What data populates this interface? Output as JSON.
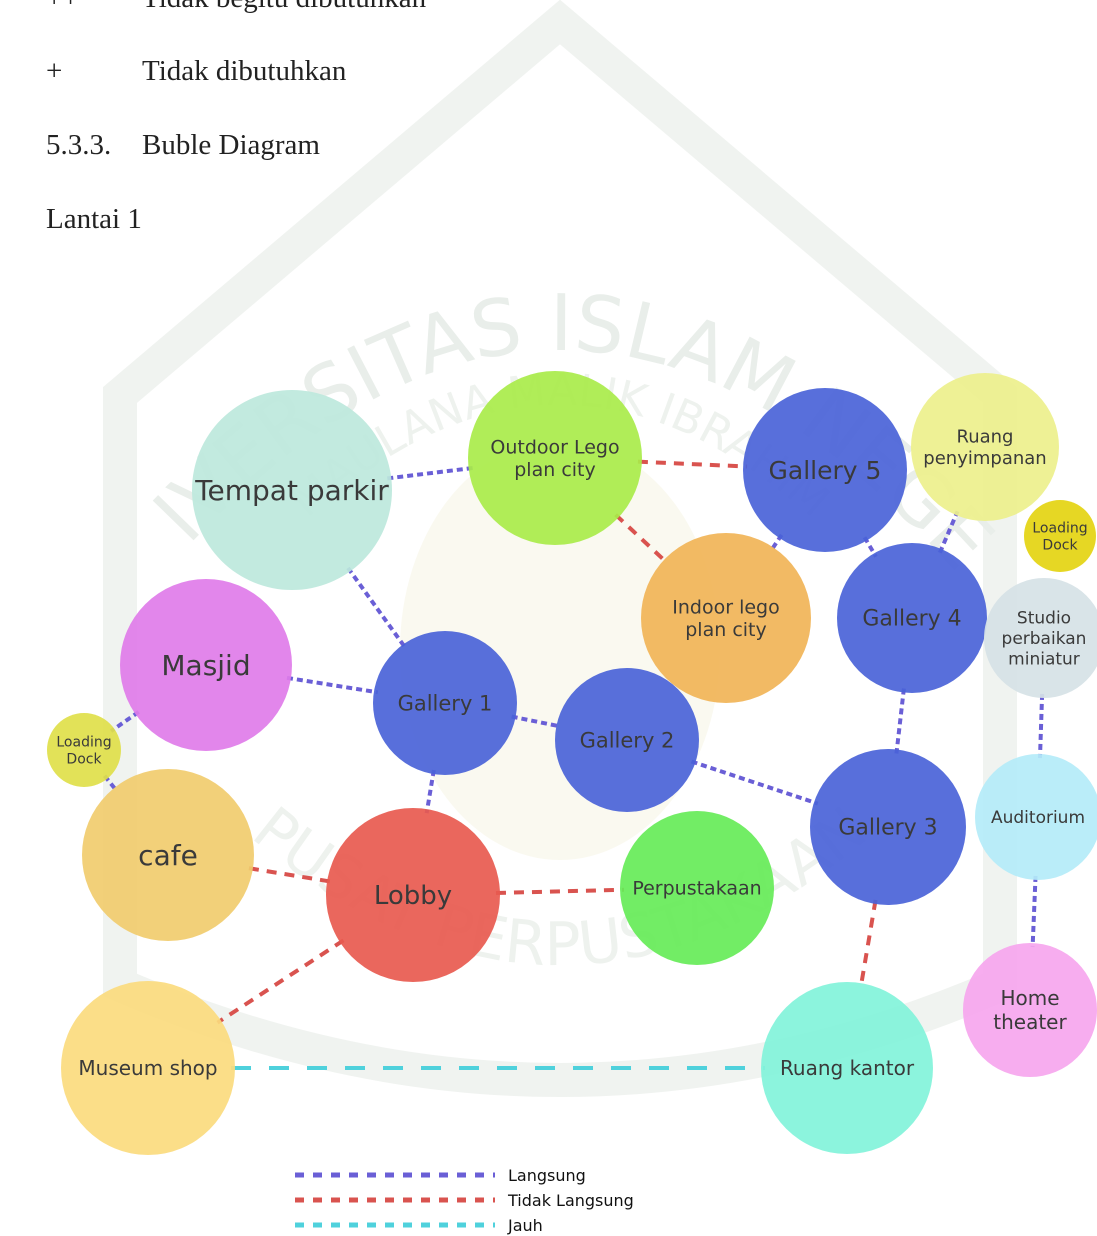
{
  "document": {
    "line_top_marker": "++",
    "line_top_text": "Tidak begitu dibutuhkan",
    "line_plus_marker": "+",
    "line_plus_text": "Tidak dibutuhkan",
    "section_number": "5.3.3.",
    "section_title": "Buble Diagram",
    "floor_label": "Lantai 1"
  },
  "watermark": {
    "arc_text": "UNIVERSITAS ISLAM NEGERI",
    "arc_text_inner": "MAULANA MALIK IBRAHIM",
    "bottom_text": "PUSAT PERPUSTAKAAN"
  },
  "colors": {
    "langsung": "#6a5fd6",
    "tidak_langsung": "#d9534f",
    "jauh": "#4fd1dc"
  },
  "bubbles": [
    {
      "id": "tempat-parkir",
      "lines": [
        "Tempat parkir"
      ],
      "color": "#bde8dc"
    },
    {
      "id": "outdoor-lego",
      "lines": [
        "Outdoor Lego",
        "plan city"
      ],
      "color": "#a9ec4a"
    },
    {
      "id": "gallery-5",
      "lines": [
        "Gallery 5"
      ],
      "color": "#4a63d8"
    },
    {
      "id": "ruang-penyimpanan",
      "lines": [
        "Ruang",
        "penyimpanan"
      ],
      "color": "#edf08c"
    },
    {
      "id": "loading-dock-right",
      "lines": [
        "Loading",
        "Dock"
      ],
      "color": "#e4d411"
    },
    {
      "id": "masjid",
      "lines": [
        "Masjid"
      ],
      "color": "#df7ce9"
    },
    {
      "id": "indoor-lego",
      "lines": [
        "Indoor lego",
        "plan city"
      ],
      "color": "#f1b457"
    },
    {
      "id": "gallery-4",
      "lines": [
        "Gallery 4"
      ],
      "color": "#4a63d8"
    },
    {
      "id": "studio-perbaikan",
      "lines": [
        "Studio",
        "perbaikan",
        "miniatur"
      ],
      "color": "#d6e2e6"
    },
    {
      "id": "gallery-1",
      "lines": [
        "Gallery 1"
      ],
      "color": "#4a63d8"
    },
    {
      "id": "gallery-2",
      "lines": [
        "Gallery 2"
      ],
      "color": "#4a63d8"
    },
    {
      "id": "loading-dock-left",
      "lines": [
        "Loading",
        "Dock"
      ],
      "color": "#dfe04a"
    },
    {
      "id": "cafe",
      "lines": [
        "cafe"
      ],
      "color": "#f1cc6e"
    },
    {
      "id": "lobby",
      "lines": [
        "Lobby"
      ],
      "color": "#e85a4f"
    },
    {
      "id": "perpustakaan",
      "lines": [
        "Perpustakaan"
      ],
      "color": "#66ec58"
    },
    {
      "id": "gallery-3",
      "lines": [
        "Gallery 3"
      ],
      "color": "#4a63d8"
    },
    {
      "id": "auditorium",
      "lines": [
        "Auditorium"
      ],
      "color": "#b4ecf8"
    },
    {
      "id": "home-theater",
      "lines": [
        "Home",
        "theater"
      ],
      "color": "#f6a6ee"
    },
    {
      "id": "museum-shop",
      "lines": [
        "Museum shop"
      ],
      "color": "#fbdb7e"
    },
    {
      "id": "ruang-kantor",
      "lines": [
        "Ruang kantor"
      ],
      "color": "#82f3da"
    }
  ],
  "connections": [
    {
      "from": "tempat-parkir",
      "to": "outdoor-lego",
      "type": "langsung"
    },
    {
      "from": "tempat-parkir",
      "to": "gallery-1",
      "type": "langsung"
    },
    {
      "from": "outdoor-lego",
      "to": "gallery-5",
      "type": "tidak_langsung"
    },
    {
      "from": "outdoor-lego",
      "to": "indoor-lego",
      "type": "tidak_langsung"
    },
    {
      "from": "gallery-5",
      "to": "gallery-4",
      "type": "langsung"
    },
    {
      "from": "gallery-5",
      "to": "indoor-lego",
      "type": "langsung"
    },
    {
      "from": "gallery-4",
      "to": "ruang-penyimpanan",
      "type": "langsung"
    },
    {
      "from": "gallery-4",
      "to": "gallery-3",
      "type": "langsung"
    },
    {
      "from": "masjid",
      "to": "gallery-1",
      "type": "langsung"
    },
    {
      "from": "masjid",
      "to": "loading-dock-left",
      "type": "langsung"
    },
    {
      "from": "gallery-1",
      "to": "gallery-2",
      "type": "langsung"
    },
    {
      "from": "gallery-1",
      "to": "lobby",
      "type": "langsung"
    },
    {
      "from": "gallery-2",
      "to": "gallery-3",
      "type": "langsung"
    },
    {
      "from": "loading-dock-left",
      "to": "cafe",
      "type": "langsung"
    },
    {
      "from": "cafe",
      "to": "lobby",
      "type": "tidak_langsung"
    },
    {
      "from": "lobby",
      "to": "perpustakaan",
      "type": "tidak_langsung"
    },
    {
      "from": "lobby",
      "to": "museum-shop",
      "type": "tidak_langsung"
    },
    {
      "from": "gallery-3",
      "to": "ruang-kantor",
      "type": "tidak_langsung"
    },
    {
      "from": "studio-perbaikan",
      "to": "auditorium",
      "type": "langsung"
    },
    {
      "from": "auditorium",
      "to": "home-theater",
      "type": "langsung"
    },
    {
      "from": "museum-shop",
      "to": "ruang-kantor",
      "type": "jauh"
    }
  ],
  "legend": [
    {
      "type": "langsung",
      "label": "Langsung"
    },
    {
      "type": "tidak_langsung",
      "label": "Tidak Langsung"
    },
    {
      "type": "jauh",
      "label": "Jauh"
    }
  ]
}
